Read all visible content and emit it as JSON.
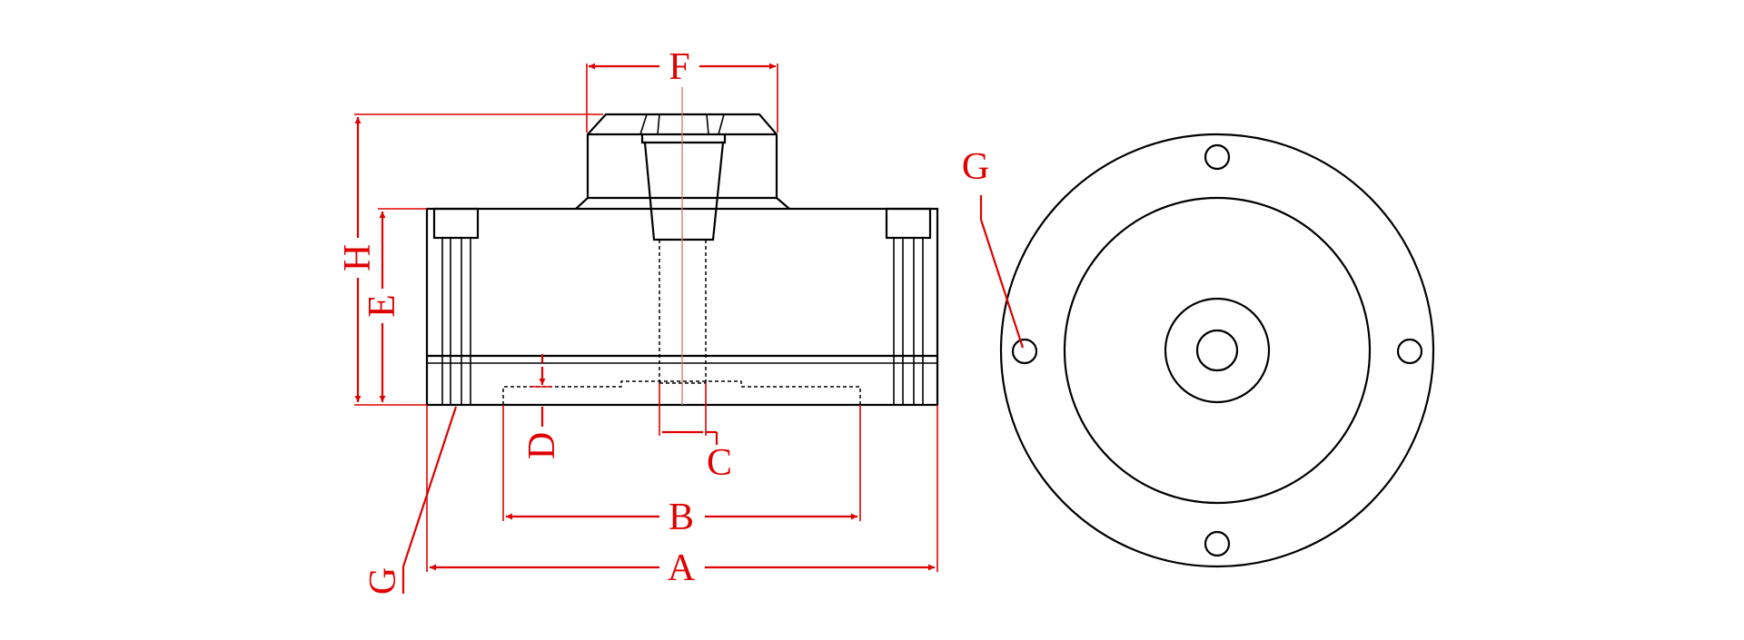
{
  "colors": {
    "outline": "#000000",
    "dimension": "#e00000",
    "background": "#ffffff"
  },
  "side_view": {
    "dimensions": {
      "a": "A",
      "b": "B",
      "c": "C",
      "d": "D",
      "e": "E",
      "f": "F",
      "g": "G",
      "h": "H"
    }
  },
  "top_view": {
    "dimensions": {
      "g": "G"
    }
  }
}
